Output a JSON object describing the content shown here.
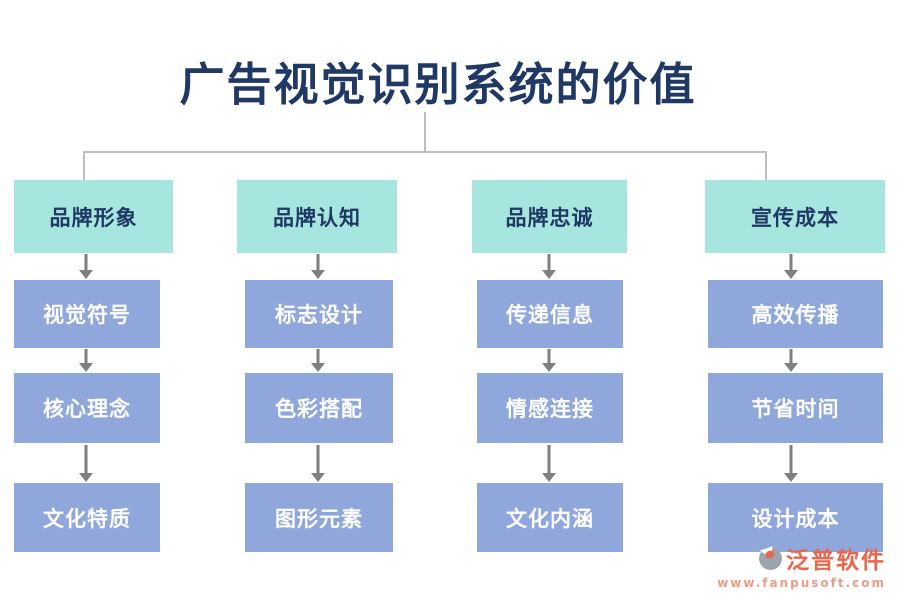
{
  "title": "广告视觉识别系统的价值",
  "columns": [
    {
      "header": "品牌形象",
      "items": [
        "视觉符号",
        "核心理念",
        "文化特质"
      ]
    },
    {
      "header": "品牌认知",
      "items": [
        "标志设计",
        "色彩搭配",
        "图形元素"
      ]
    },
    {
      "header": "品牌忠诚",
      "items": [
        "传递信息",
        "情感连接",
        "文化内涵"
      ]
    },
    {
      "header": "宣传成本",
      "items": [
        "高效传播",
        "节省时间",
        "设计成本"
      ]
    }
  ],
  "branding": {
    "name": "泛普软件",
    "url": "www.fanpusoft.com"
  },
  "colors": {
    "title_text": "#1F3864",
    "header_fill": "#A6E6DE",
    "item_fill": "#8FA7DB",
    "item_text": "#FFFFFF",
    "connector_gray": "#BDBDBD",
    "arrow_gray": "#7F7F7F",
    "brand_orange": "#E8664C",
    "brand_url_salmon": "#EC9C86"
  }
}
